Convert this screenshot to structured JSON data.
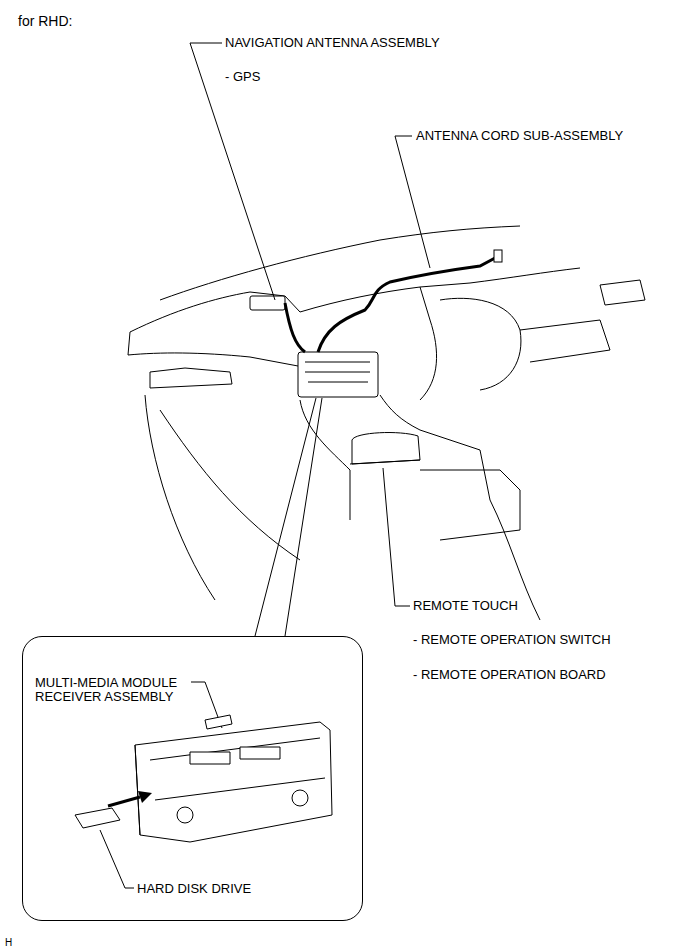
{
  "diagram": {
    "title": "for RHD:",
    "nodes": [
      {
        "text": [
          "MULTI-MEDIA MODULE RECEIVER ASSEMBLY",
          "HARD DISK DRIVE"
        ]
      }
    ],
    "labels": [
      "NAVIGATION ANTENNA ASSEMBLY",
      "- GPS",
      "ANTENNA CORD SUB-ASSEMBLY",
      "REMOTE TOUCH",
      "- REMOTE OPERATION SWITCH",
      "- REMOTE OPERATION BOARD",
      "H"
    ]
  }
}
